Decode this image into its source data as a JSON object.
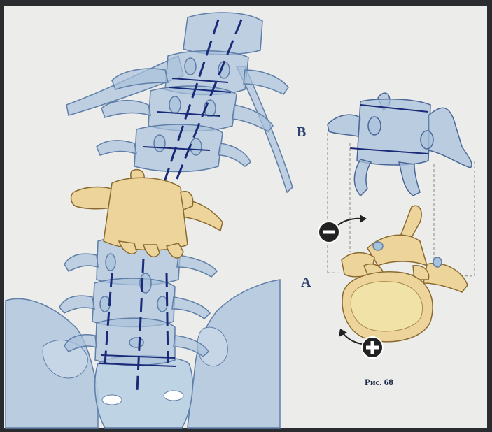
{
  "labels": {
    "view_b": "B",
    "view_a": "A",
    "figure_caption": "Рис. 68"
  },
  "colors": {
    "background_frame": "#2a2c30",
    "paper": "#ecedea",
    "vertebra_blue_fill": "#a9c2dc",
    "vertebra_blue_outline": "#5f7ea8",
    "axis_line": "#1a2a78",
    "vertebra_bone_fill": "#ecd49a",
    "vertebra_bone_outline": "#8a6a30",
    "vertebral_body_top": "#f1e3a8",
    "rotation_sign_fill": "#222222"
  },
  "icons": [
    "minus-sign-icon",
    "plus-sign-icon",
    "rotation-arrow-icon"
  ]
}
